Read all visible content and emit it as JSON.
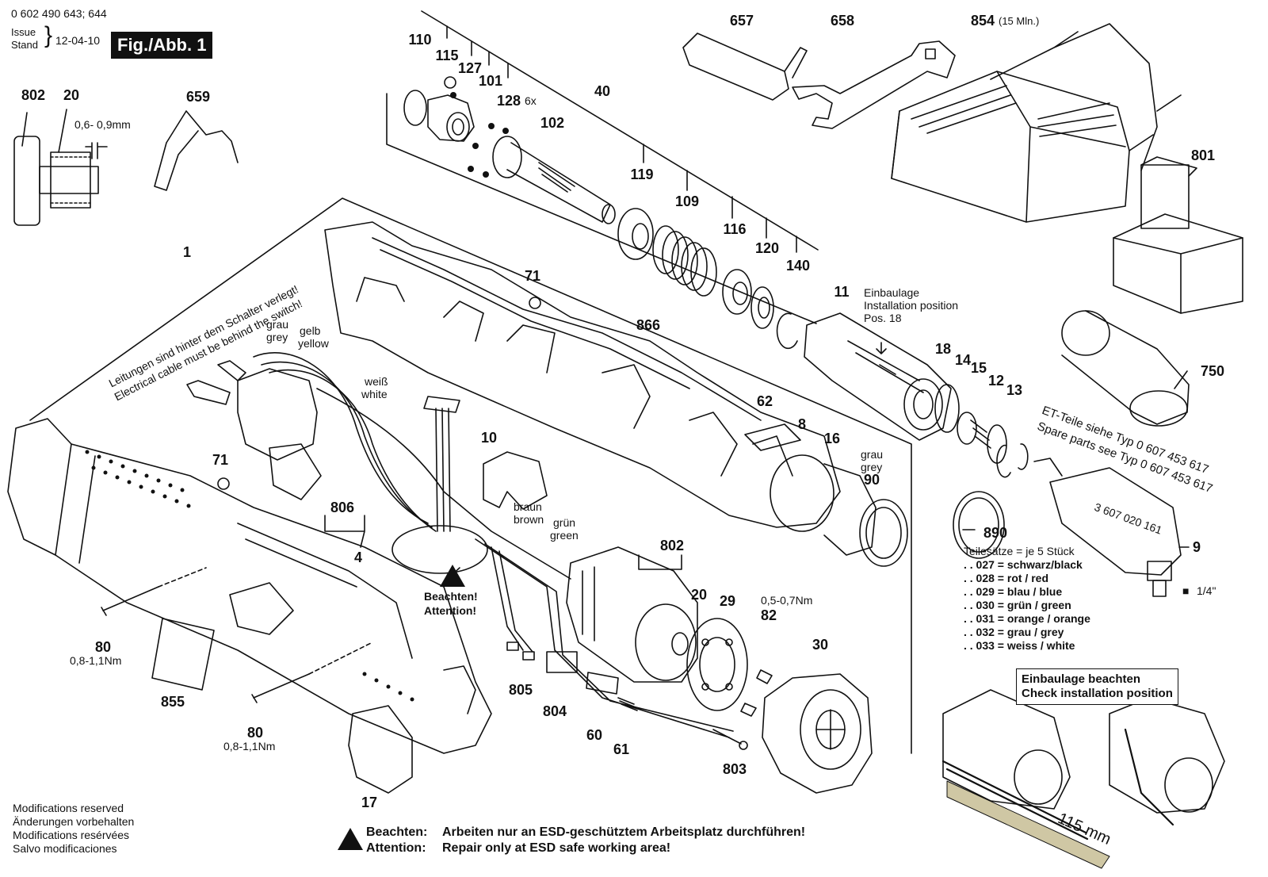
{
  "header": {
    "doc_numbers": "0 602 490 643; 644",
    "issue_label": "Issue",
    "stand_label": "Stand",
    "issue_date": "12-04-10",
    "figure_label": "Fig./Abb. 1"
  },
  "part_numbers": {
    "p1": "1",
    "p4": "4",
    "p8": "8",
    "p9": "9",
    "p10": "10",
    "p11": "11",
    "p12": "12",
    "p13": "13",
    "p14": "14",
    "p15": "15",
    "p16": "16",
    "p17": "17",
    "p18": "18",
    "p20a": "20",
    "p20b": "20",
    "p29": "29",
    "p30": "30",
    "p40": "40",
    "p60": "60",
    "p61": "61",
    "p62": "62",
    "p71a": "71",
    "p71b": "71",
    "p80a": "80",
    "p80b": "80",
    "p82": "82",
    "p90": "90",
    "p101": "101",
    "p102": "102",
    "p109": "109",
    "p110": "110",
    "p115": "115",
    "p116": "116",
    "p119": "119",
    "p120": "120",
    "p127": "127",
    "p128": "128",
    "p140": "140",
    "p657": "657",
    "p658": "658",
    "p659": "659",
    "p750": "750",
    "p801": "801",
    "p802a": "802",
    "p802b": "802",
    "p803": "803",
    "p804": "804",
    "p805": "805",
    "p806": "806",
    "p854": "854",
    "p855": "855",
    "p866": "866",
    "p890": "890"
  },
  "annotations": {
    "p854_note": "(15 Mln.)",
    "p128_qty": "6x",
    "torque_gap": "0,6- 0,9mm",
    "torque_80a": "0,8-1,1Nm",
    "torque_80b": "0,8-1,1Nm",
    "torque_82": "0,5-0,7Nm",
    "install_de": "Einbaulage",
    "install_en": "Installation position",
    "install_pos": "Pos. 18",
    "wire_note_de": "Leitungen sind hinter dem Schalter verlegt!",
    "wire_note_en": "Electrical cable must be behind the switch!",
    "wire_grau_1": "grau",
    "wire_grey_1": "grey",
    "wire_gelb": "gelb",
    "wire_yellow": "yellow",
    "wire_weiss_de": "weiß",
    "wire_white_en": "white",
    "wire_braun": "braun",
    "wire_brown": "brown",
    "wire_gruen": "grün",
    "wire_green": "green",
    "grau_90": "grau",
    "grey_90": "grey",
    "beachten": "Beachten!",
    "attention": "Attention!",
    "et_line1": "ET-Teile siehe   Typ   0 607 453 617",
    "et_line2": "Spare parts see Typ   0 607 453 617",
    "code_label": "3 607 020 161",
    "quarter_inch": "1/4\"",
    "length_115": "115 mm",
    "check_box_de": "Einbaulage beachten",
    "check_box_en": "Check installation position"
  },
  "kits": {
    "title": "Teilesätze = je 5 Stück",
    "items": [
      ". . 027 = schwarz/black",
      ". . 028 = rot / red",
      ". . 029 = blau / blue",
      ". . 030 = grün / green",
      ". . 031 = orange / orange",
      ". . 032 = grau / grey",
      ". . 033 = weiss / white"
    ]
  },
  "footer": {
    "modifications": [
      "Modifications reserved",
      "Änderungen vorbehalten",
      "Modifications resérvées",
      "Salvo modificaciones"
    ],
    "esd_de_label": "Beachten:",
    "esd_de_text": "Arbeiten nur an ESD-geschütztem Arbeitsplatz durchführen!",
    "esd_en_label": "Attention:",
    "esd_en_text": "Repair only at ESD safe working area!"
  }
}
